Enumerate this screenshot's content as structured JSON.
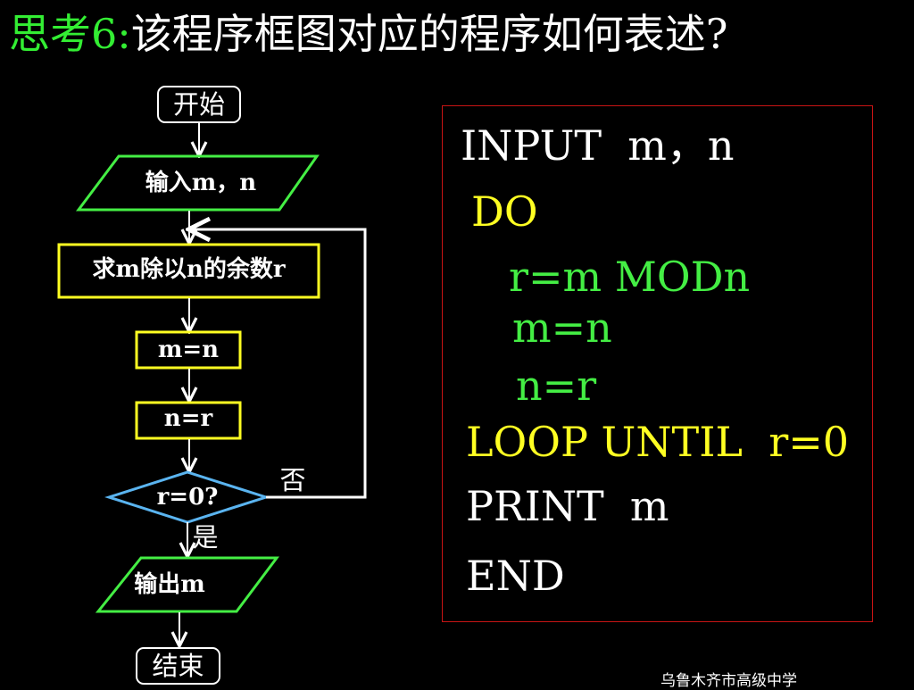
{
  "title": {
    "prefix": "思考6:",
    "main": "该程序框图对应的程序如何表述?"
  },
  "flowchart": {
    "start": "开始",
    "input": "输入m，n",
    "remainder": "求m除以n的余数r",
    "assign_m": "m=n",
    "assign_n": "n=r",
    "condition": "r=0?",
    "no_label": "否",
    "yes_label": "是",
    "output": "输出m",
    "end": "结束"
  },
  "program": {
    "input": "INPUT  m，n",
    "do": "DO",
    "line_r": "r=m MODn",
    "line_m": "m=n",
    "line_n": "n=r",
    "loop": "LOOP UNTIL  r=0",
    "print": "PRINT  m",
    "end": "END"
  },
  "footer": "乌鲁木齐市高级中学",
  "colors": {
    "title_prefix": "#33ee33",
    "yellow": "#ffff22",
    "green": "#44ee44",
    "code_border": "#c81414",
    "diamond": "#5ab4f0"
  }
}
